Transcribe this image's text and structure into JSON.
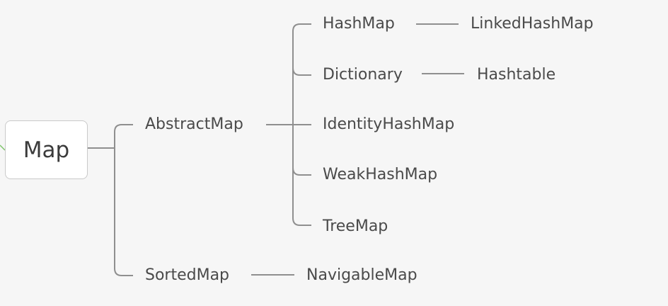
{
  "mindmap": {
    "root": "Map",
    "level1": {
      "abstract_map": "AbstractMap",
      "sorted_map": "SortedMap"
    },
    "abstract_children": {
      "hash_map": "HashMap",
      "dictionary": "Dictionary",
      "identity_hash_map": "IdentityHashMap",
      "weak_hash_map": "WeakHashMap",
      "tree_map": "TreeMap"
    },
    "leaves": {
      "linked_hash_map": "LinkedHashMap",
      "hashtable": "Hashtable",
      "navigable_map": "NavigableMap"
    },
    "colors": {
      "connector": "#8f8f8f",
      "incoming_connector": "#7ec46a",
      "text": "#4a4a4a"
    }
  }
}
